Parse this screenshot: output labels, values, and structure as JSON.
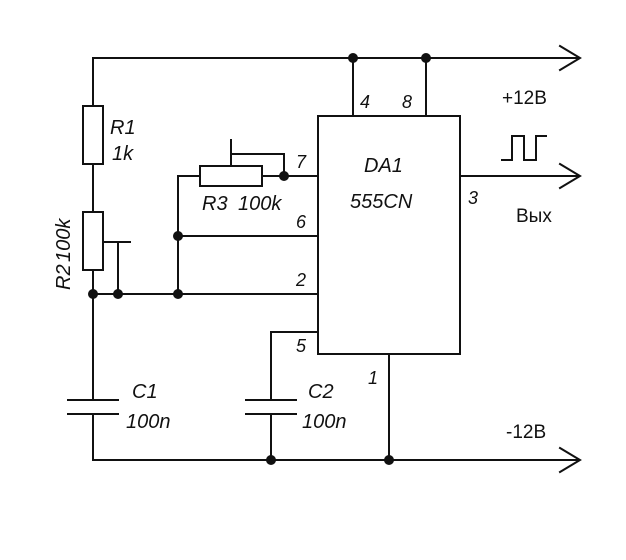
{
  "chip": {
    "name": "DA1",
    "part": "555CN"
  },
  "pins": {
    "p4": "4",
    "p8": "8",
    "p7": "7",
    "p6": "6",
    "p2": "2",
    "p5": "5",
    "p1": "1",
    "p3": "3"
  },
  "components": {
    "r1": {
      "name": "R1",
      "value": "1k"
    },
    "r2": {
      "name": "R2",
      "value": "100k"
    },
    "r3": {
      "name": "R3",
      "value": "100k"
    },
    "c1": {
      "name": "C1",
      "value": "100n"
    },
    "c2": {
      "name": "C2",
      "value": "100n"
    }
  },
  "rails": {
    "positive": "+12В",
    "negative": "-12В",
    "output": "Вых"
  }
}
